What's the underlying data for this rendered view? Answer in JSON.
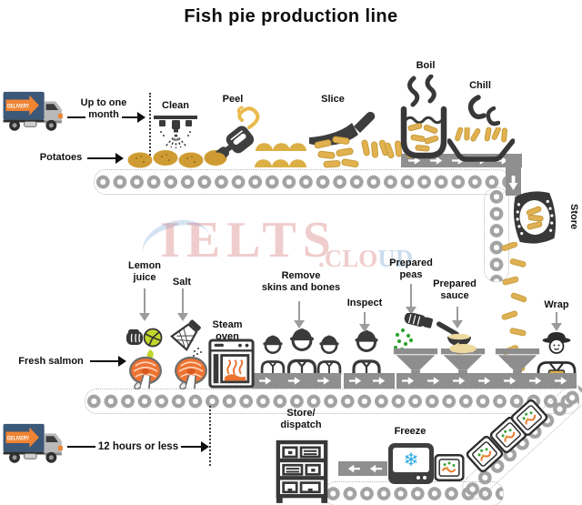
{
  "title": "Fish pie production line",
  "watermark": {
    "brand": "IELTS",
    "suffix_red": ".CLO",
    "suffix_blue": "UD"
  },
  "icons": {
    "snowflake": "❄"
  },
  "colors": {
    "potato_gold": "#d9a93c",
    "conveyor_gray": "#a3a3a3",
    "belt_gray": "#8f8f8f",
    "icon_dark": "#383838",
    "truck_blue": "#3c5878",
    "truck_orange": "#ef8432",
    "salmon_orange": "#ee7331",
    "pea_green": "#2fa42f",
    "sauce_cream": "#ecd9a0",
    "lemon_green": "#c2d62c",
    "snowflake_blue": "#29a8e0"
  },
  "potato_line": {
    "delivery_badge": "DELIVERY",
    "delivery_time": [
      "Up to one",
      "month"
    ],
    "input": "Potatoes",
    "clean": "Clean",
    "peel": "Peel",
    "slice": "Slice",
    "boil": "Boil",
    "chill": "Chill",
    "store": "Store"
  },
  "salmon_line": {
    "lemon": [
      "Lemon",
      "juice"
    ],
    "salt": "Salt",
    "input": "Fresh salmon",
    "steam_oven": [
      "Steam",
      "oven"
    ],
    "remove": [
      "Remove",
      "skins and bones"
    ],
    "inspect": "Inspect",
    "peas": [
      "Prepared",
      "peas"
    ],
    "sauce": [
      "Prepared",
      "sauce"
    ],
    "wrap": "Wrap"
  },
  "dispatch_line": {
    "delivery_badge": "DELIVERY",
    "delivery_time": "12 hours or less",
    "store_dispatch": [
      "Store/",
      "dispatch"
    ],
    "freeze": "Freeze"
  }
}
